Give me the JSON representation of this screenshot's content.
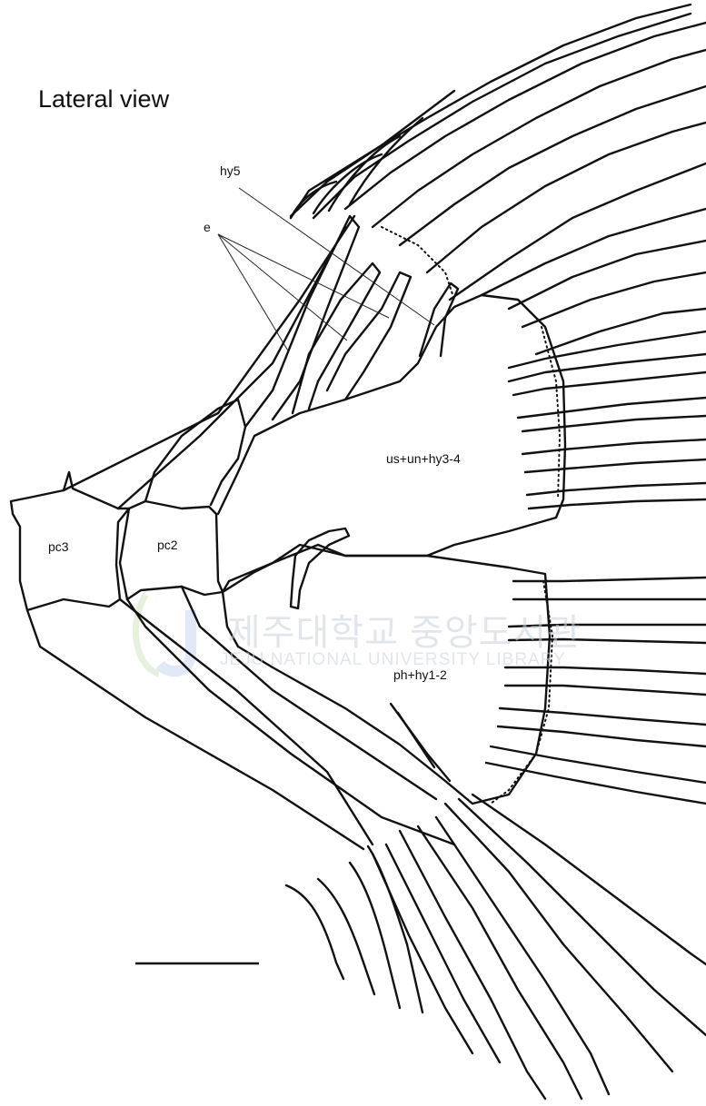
{
  "title": "Lateral view",
  "labels": {
    "hy5": "hy5",
    "e": "e",
    "us_un_hy3_4": "us+un+hy3-4",
    "pc3": "pc3",
    "pc2": "pc2",
    "ph_hy1_2": "ph+hy1-2"
  },
  "watermark": {
    "korean": "제주대학교 중앙도서관",
    "english": "JEJU NATIONAL UNIVERSITY LIBRARY"
  },
  "scale_bar": {
    "present": true
  }
}
